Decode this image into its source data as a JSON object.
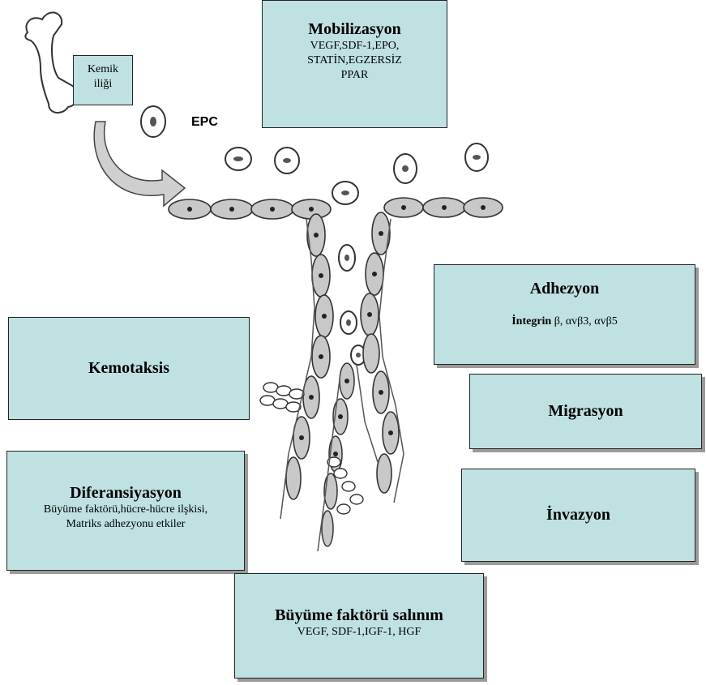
{
  "bone_label": {
    "line1": "Kemik",
    "line2": "iliği"
  },
  "epc_label": "EPC",
  "mobilization": {
    "title": "Mobilizasyon",
    "line1": "VEGF,SDF-1,EPO,",
    "line2": "STATİN,EGZERSİZ",
    "line3": "PPAR"
  },
  "adhesion": {
    "title": "Adhezyon",
    "integrin_word": "İntegrin",
    "integrin_rest": " β,   αvβ3, αvβ5"
  },
  "chemotaxis": {
    "title": "Kemotaksis"
  },
  "migration": {
    "title": "Migrasyon"
  },
  "differentiation": {
    "title": "Diferansiyasyon",
    "line1": "Büyüme faktörü,hücre-hücre ilşkisi,",
    "line2": "Matriks adhezyonu etkiler"
  },
  "invasion": {
    "title": "İnvazyon"
  },
  "growth_release": {
    "title": "Büyüme faktörü salınım",
    "line1": "VEGF, SDF-1,IGF-1, HGF"
  },
  "colors": {
    "box_fill": "#bfe1e1",
    "cell_fill": "#c8c8c8",
    "outline": "#222222"
  }
}
